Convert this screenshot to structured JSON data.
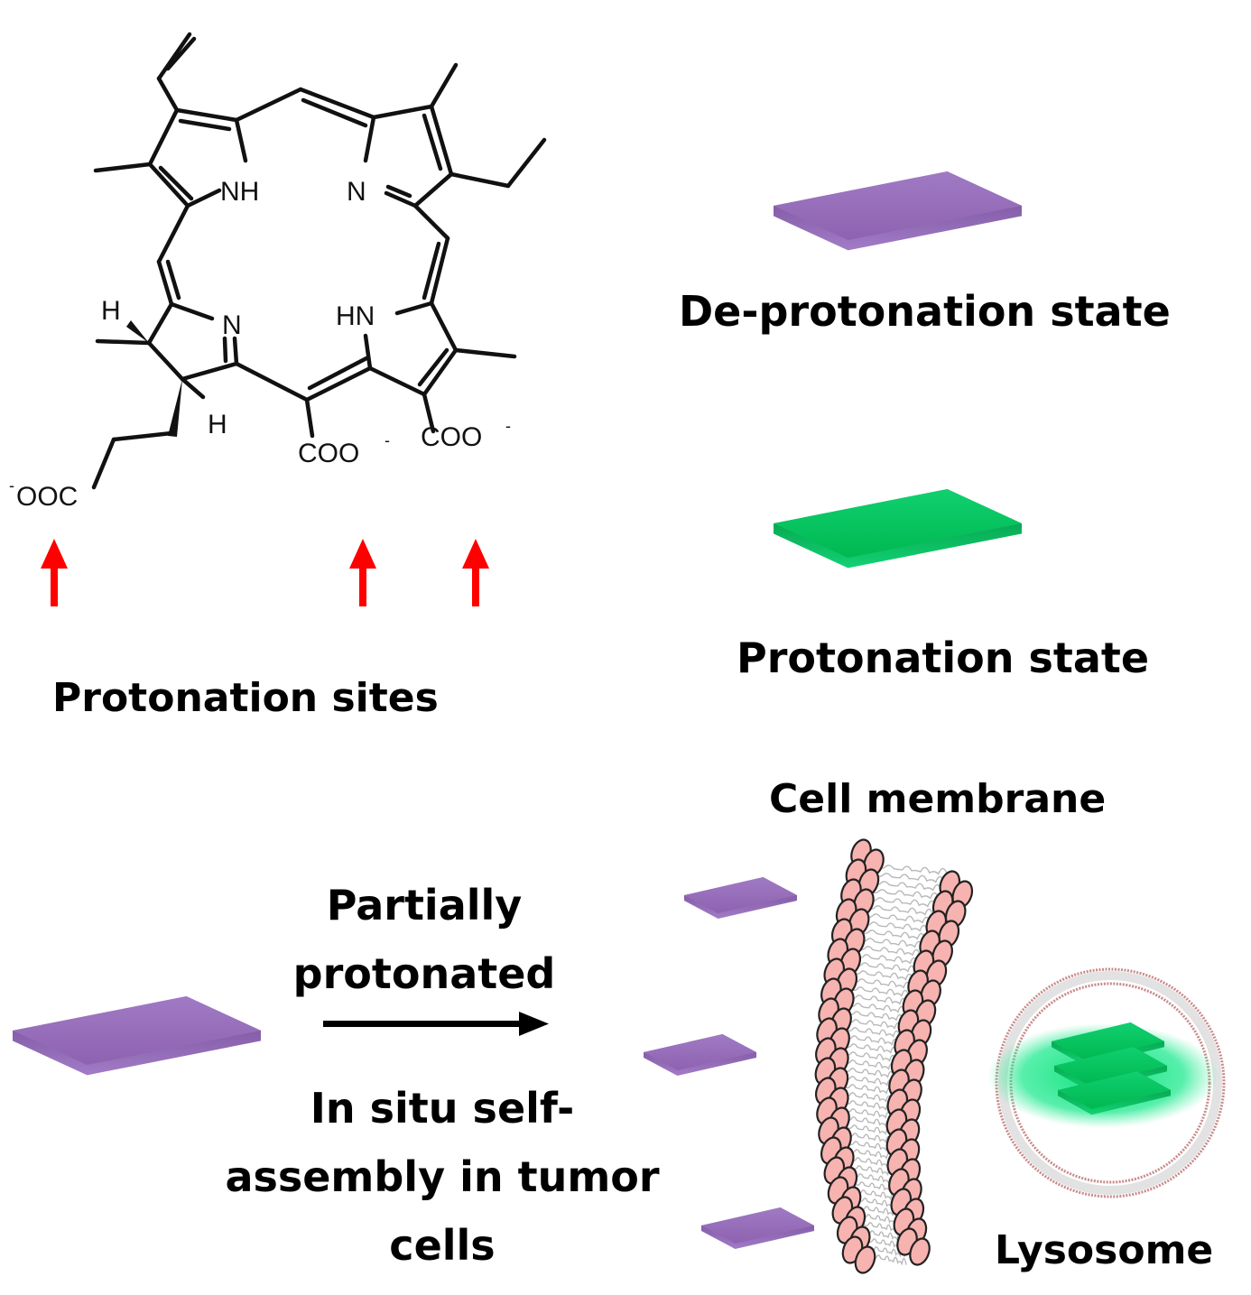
{
  "molecule": {
    "name": "porphyrin-derivative-structure",
    "atoms": {
      "nh_top": "NH",
      "n_top": "N",
      "n_bottom": "N",
      "hn_bottom": "HN",
      "h_upper": "H",
      "h_lower": "H",
      "coo_middle": "COO",
      "coo_right": "COO",
      "ooc_left": "OOC",
      "charge": "-"
    }
  },
  "protonation_sites": {
    "label": "Protonation sites",
    "arrow_count": 3,
    "arrow_color": "#ff0000"
  },
  "states": {
    "deprotonation": {
      "label": "De-protonation state",
      "color": "#9468b4"
    },
    "protonation": {
      "label": "Protonation state",
      "color": "#00c050"
    }
  },
  "process": {
    "above_arrow_line1": "Partially",
    "above_arrow_line2": "protonated",
    "below_arrow_line1": "In situ self-",
    "below_arrow_line2": "assembly in tumor",
    "below_arrow_line3": "cells"
  },
  "cell_membrane": {
    "label": "Cell membrane",
    "head_color": "#f7b3b0"
  },
  "lysosome": {
    "label": "Lysosome",
    "stacked_sheets": 3
  }
}
